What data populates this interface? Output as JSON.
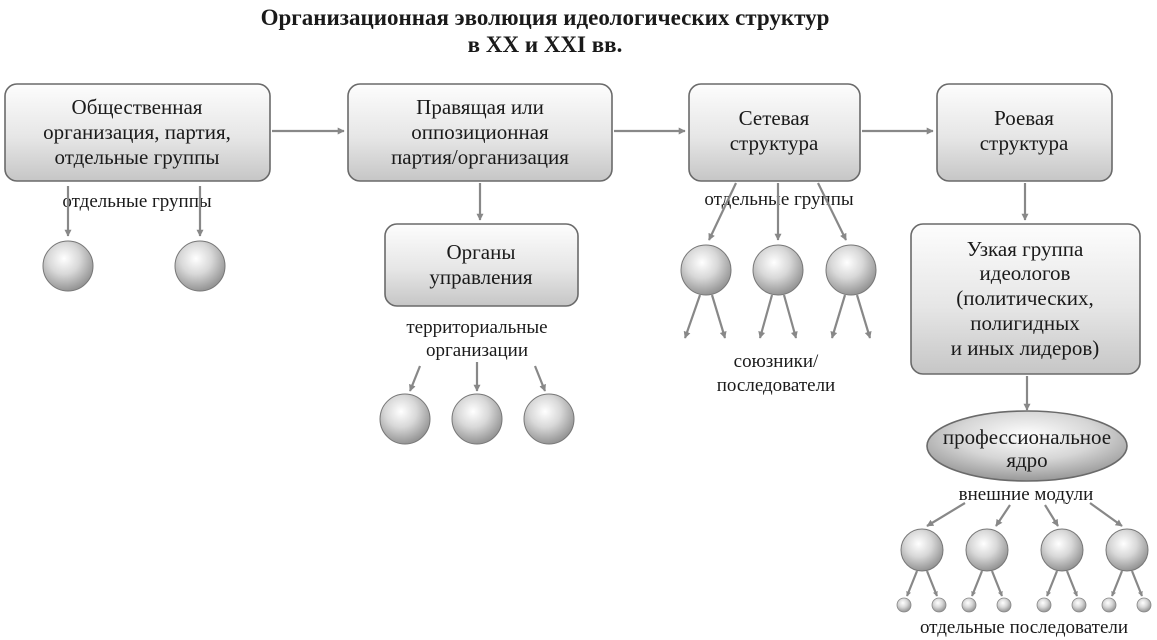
{
  "title": {
    "line1": "Организационная эволюция идеологических структур",
    "line2": "в XX и XXI вв."
  },
  "boxes": {
    "public_org": [
      "Общественная",
      "организация, партия,",
      "отдельные группы"
    ],
    "ruling_party": [
      "Правящая или",
      "оппозиционная",
      "партия/организация"
    ],
    "network": [
      "Сетевая",
      "структура"
    ],
    "swarm": [
      "Роевая",
      "структура"
    ],
    "governance": [
      "Органы",
      "управления"
    ],
    "ideologists": [
      "Узкая группа",
      "идеологов",
      "(политических,",
      "полигидных",
      "и иных лидеров)"
    ],
    "core": [
      "профессиональное",
      "ядро"
    ]
  },
  "labels": {
    "separate_groups_1": "отдельные группы",
    "territorial": [
      "территориальные",
      "организации"
    ],
    "separate_groups_2": "отдельные группы",
    "allies": [
      "союзники/",
      "последователи"
    ],
    "external_modules": "внешние модули",
    "separate_followers": "отдельные последователи"
  },
  "colors": {
    "arrow": "#888888",
    "box_border": "#6a6a6a",
    "box_fill_light": "#fbfbfb",
    "box_fill_dark": "#c9c9c9"
  }
}
